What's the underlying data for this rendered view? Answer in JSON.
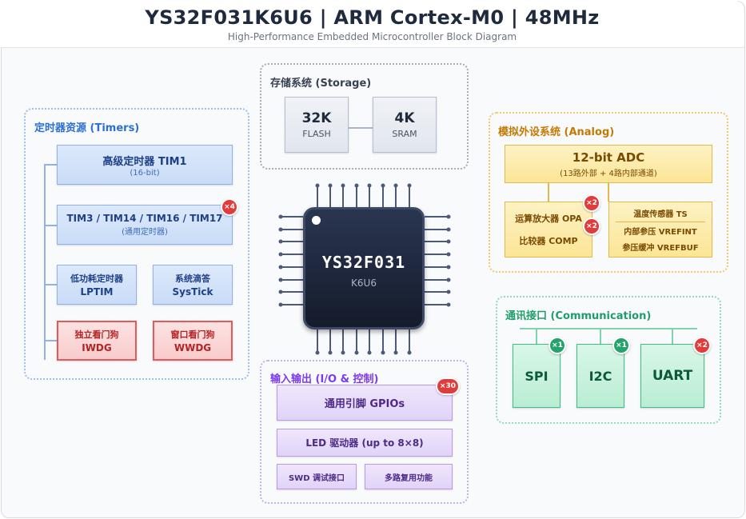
{
  "header": {
    "title": "YS32F031K6U6 | ARM Cortex-M0 | 48MHz",
    "subtitle": "High-Performance Embedded Microcontroller Block Diagram"
  },
  "timers": {
    "label": "定时器资源 (Timers)",
    "tim1": {
      "name": "高级定时器 TIM1",
      "sub": "(16-bit)"
    },
    "general": {
      "name": "TIM3 / TIM14 / TIM16 / TIM17",
      "sub": "(通用定时器)",
      "badge": "×4"
    },
    "lptim": {
      "name": "低功耗定时器",
      "sub": "LPTIM"
    },
    "systick": {
      "name": "系统滴答",
      "sub": "SysTick"
    },
    "iwdg": {
      "name": "独立看门狗",
      "sub": "IWDG"
    },
    "wwdg": {
      "name": "窗口看门狗",
      "sub": "WWDG"
    }
  },
  "storage": {
    "label": "存储系统 (Storage)",
    "flash": {
      "size": "32K",
      "type": "FLASH"
    },
    "sram": {
      "size": "4K",
      "type": "SRAM"
    }
  },
  "chip": {
    "name": "YS32F031",
    "package": "K6U6"
  },
  "analog": {
    "label": "模拟外设系统 (Analog)",
    "adc": {
      "name": "12-bit ADC",
      "sub": "(13路外部 + 4路内部通道)"
    },
    "opa": "运算放大器 OPA",
    "opa_badge": "×2",
    "comp": "比较器 COMP",
    "comp_badge": "×2",
    "ts": "温度传感器 TS",
    "vrefint": "内部参压 VREFINT",
    "vrefbuf": "参压缓冲 VREFBUF"
  },
  "io": {
    "label": "输入输出 (I/O & 控制)",
    "gpio": "通用引脚 GPIOs",
    "gpio_badge": "×30",
    "led": "LED 驱动器 (up to 8×8)",
    "swd": "SWD 调试接口",
    "mux": "多路复用功能"
  },
  "comm": {
    "label": "通讯接口 (Communication)",
    "spi": "SPI",
    "spi_badge": "×1",
    "i2c": "I2C",
    "i2c_badge": "×1",
    "uart": "UART",
    "uart_badge": "×2"
  },
  "colors": {
    "timers": "#2b6fd6",
    "analog": "#c47a00",
    "io": "#7c3aed",
    "comm": "#1f9d6b",
    "chip": "#1b2436"
  }
}
